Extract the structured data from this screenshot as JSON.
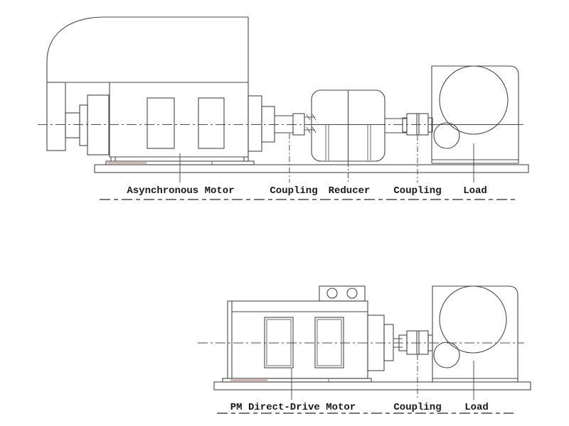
{
  "diagram": {
    "kind": "drive-train-comparison-line-drawing",
    "top": {
      "id": "asynchronous-motor-drive-train",
      "labels": [
        {
          "id": "asynchronous-motor",
          "text": "Asynchronous Motor"
        },
        {
          "id": "coupling-1",
          "text": "Coupling"
        },
        {
          "id": "reducer",
          "text": "Reducer"
        },
        {
          "id": "coupling-2",
          "text": "Coupling"
        },
        {
          "id": "load",
          "text": "Load"
        }
      ]
    },
    "bottom": {
      "id": "pm-direct-drive-train",
      "labels": [
        {
          "id": "pm-direct-drive-motor",
          "text": "PM Direct-Drive Motor"
        },
        {
          "id": "coupling",
          "text": "Coupling"
        },
        {
          "id": "load",
          "text": "Load"
        }
      ]
    },
    "colors": {
      "line": "#474747",
      "text": "#191919",
      "accent_red": "#c4786f",
      "background": "#ffffff"
    }
  }
}
